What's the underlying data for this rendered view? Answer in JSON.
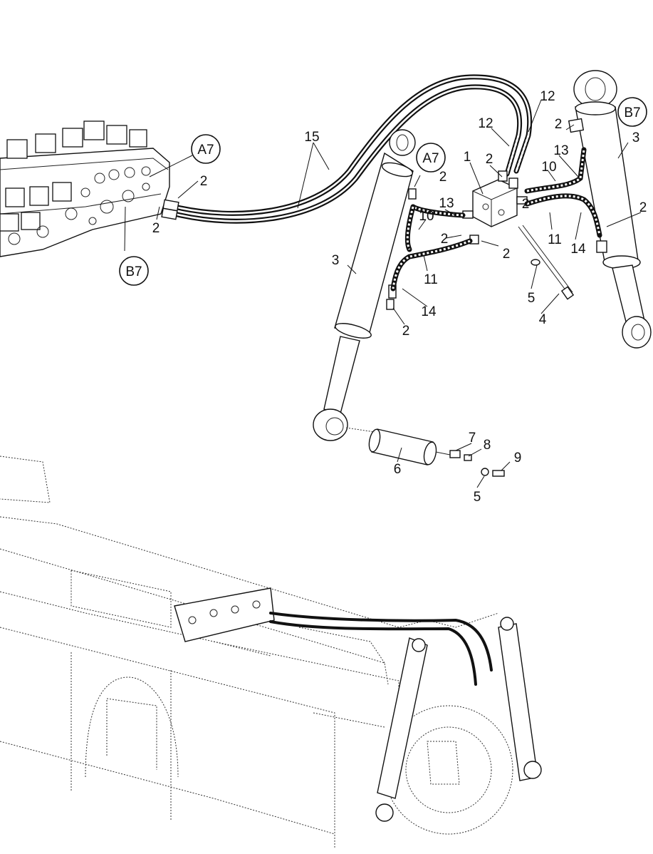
{
  "diagram": {
    "callouts": {
      "c15": "15",
      "c12a": "12",
      "c12b": "12",
      "c1": "1",
      "c2_valve_top": "2",
      "c2_valve_bottom": "2",
      "c2_left_top": "2",
      "c2_mid_top": "2",
      "c2_mid_a": "2",
      "c2_mid_b": "2",
      "c2_mid_c": "2",
      "c2_right_top": "2",
      "c2_right_side": "2",
      "c2_left_cyl": "2",
      "c3_left": "3",
      "c3_right": "3",
      "c13_left": "13",
      "c13_right": "13",
      "c10_left": "10",
      "c10_right": "10",
      "c11_left": "11",
      "c11_right": "11",
      "c14_left": "14",
      "c14_right": "14",
      "c4": "4",
      "c5_top": "5",
      "c5_bottom": "5",
      "c6": "6",
      "c7": "7",
      "c8": "8",
      "c9": "9"
    },
    "tags": {
      "a7_left": "A7",
      "a7_mid": "A7",
      "b7_left": "B7",
      "b7_right": "B7"
    }
  }
}
